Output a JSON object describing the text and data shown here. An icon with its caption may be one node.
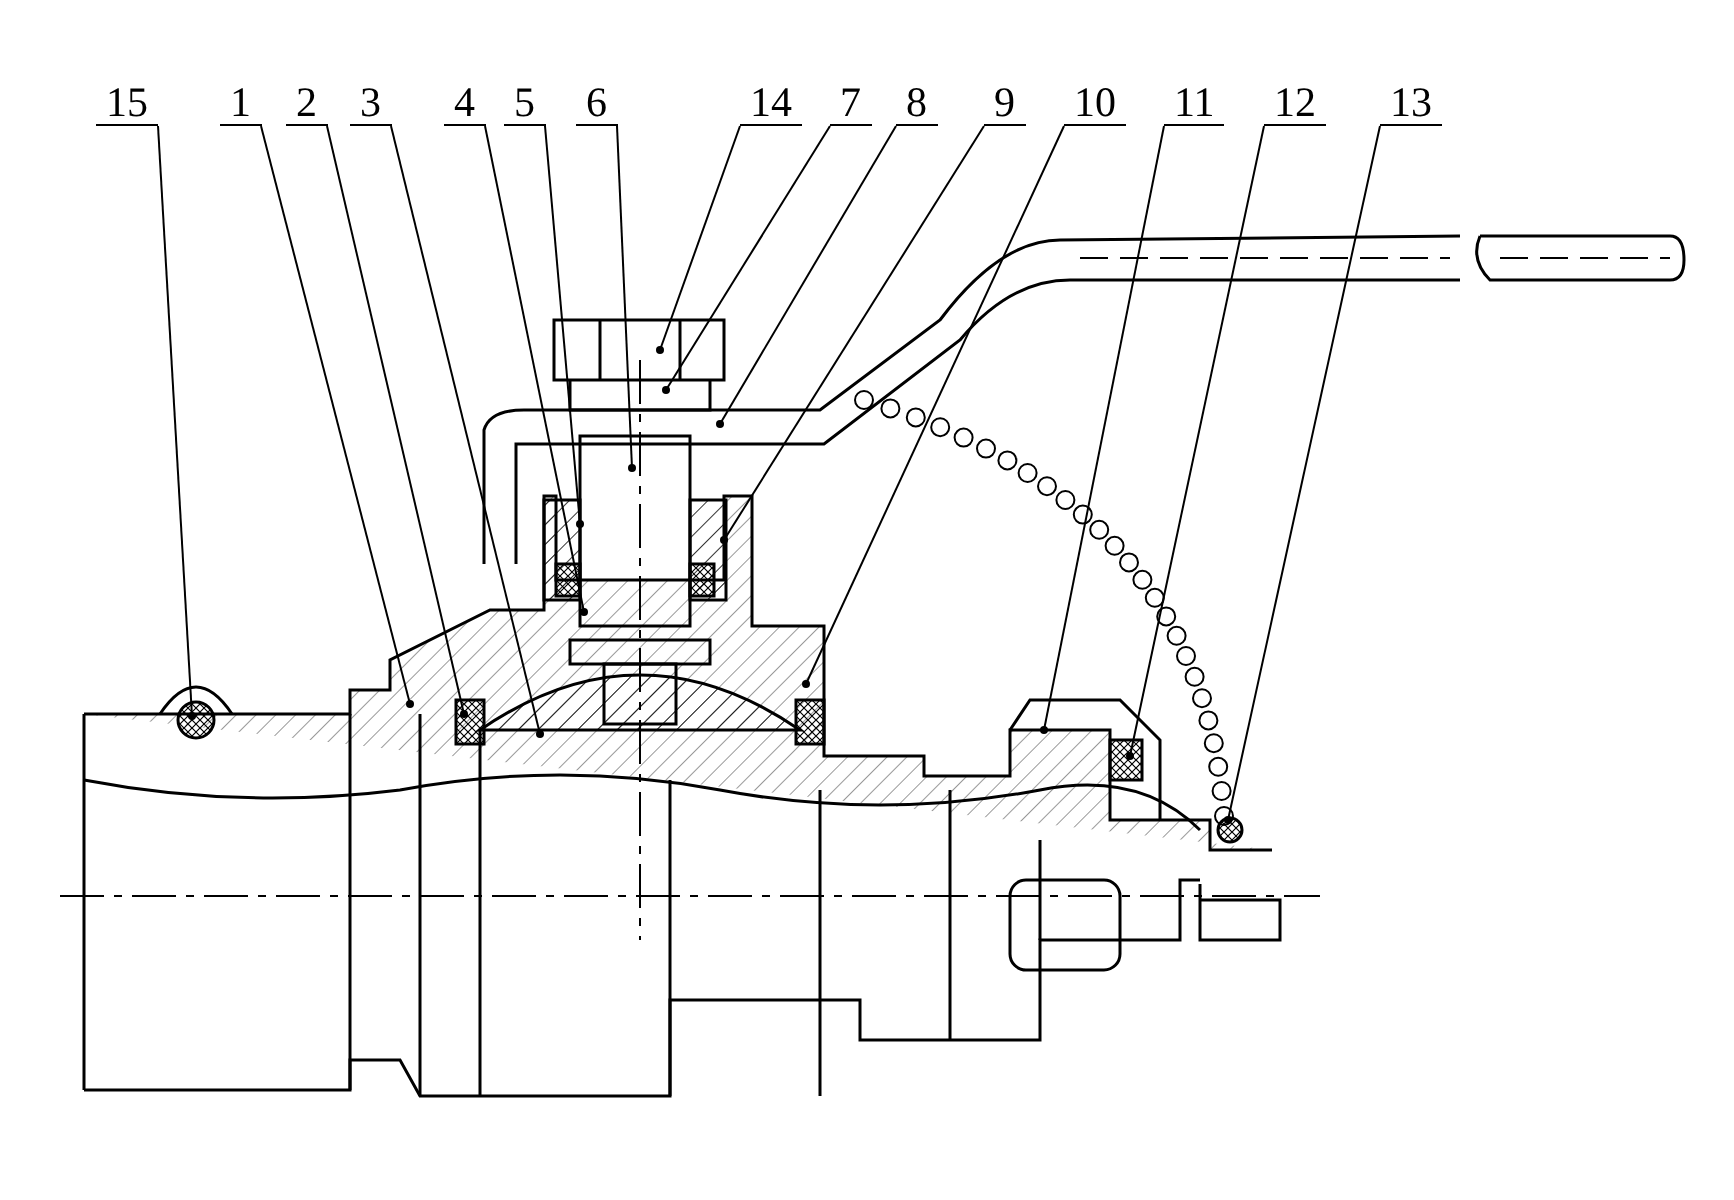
{
  "diagram": {
    "nodes": [
      {
        "text": [
          "15"
        ]
      },
      {
        "text": [
          "1"
        ]
      },
      {
        "text": [
          "2"
        ]
      },
      {
        "text": [
          "3"
        ]
      },
      {
        "text": [
          "4"
        ]
      },
      {
        "text": [
          "5"
        ]
      },
      {
        "text": [
          "6"
        ]
      },
      {
        "text": [
          "14"
        ]
      },
      {
        "text": [
          "7"
        ]
      },
      {
        "text": [
          "8"
        ]
      },
      {
        "text": [
          "9"
        ]
      },
      {
        "text": [
          "10"
        ]
      },
      {
        "text": [
          "11"
        ]
      },
      {
        "text": [
          "12"
        ]
      },
      {
        "text": [
          "13"
        ]
      }
    ],
    "edges": [
      {
        "from": 0,
        "to": null,
        "arrow": "other"
      },
      {
        "from": 1,
        "to": null,
        "arrow": "other"
      },
      {
        "from": 2,
        "to": null,
        "arrow": "other"
      },
      {
        "from": 3,
        "to": null,
        "arrow": "other"
      },
      {
        "from": 4,
        "to": null,
        "arrow": "other"
      },
      {
        "from": 5,
        "to": null,
        "arrow": "other"
      },
      {
        "from": 6,
        "to": null,
        "arrow": "other"
      },
      {
        "from": 7,
        "to": null,
        "arrow": "other"
      },
      {
        "from": 8,
        "to": null,
        "arrow": "other"
      },
      {
        "from": 9,
        "to": null,
        "arrow": "other"
      },
      {
        "from": 10,
        "to": null,
        "arrow": "other"
      },
      {
        "from": 11,
        "to": null,
        "arrow": "other"
      },
      {
        "from": 12,
        "to": null,
        "arrow": "other"
      },
      {
        "from": 13,
        "to": null,
        "arrow": "other"
      },
      {
        "from": 14,
        "to": null,
        "arrow": "other"
      }
    ]
  }
}
